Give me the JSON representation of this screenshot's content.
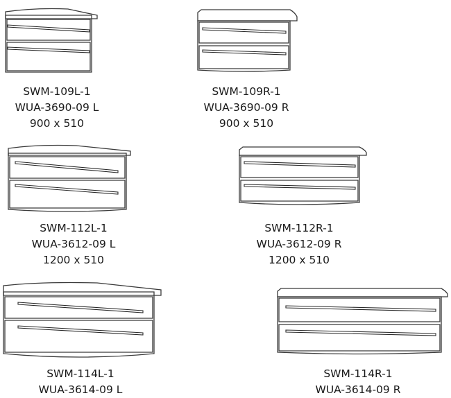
{
  "products": [
    {
      "model": "SWM-109L-1",
      "article": "WUA-3690-09 L",
      "size": "900 x 510",
      "basin": "left"
    },
    {
      "model": "SWM-109R-1",
      "article": "WUA-3690-09 R",
      "size": "900 x 510",
      "basin": "right"
    },
    {
      "model": "SWM-112L-1",
      "article": "WUA-3612-09 L",
      "size": "1200 x 510",
      "basin": "left"
    },
    {
      "model": "SWM-112R-1",
      "article": "WUA-3612-09 R",
      "size": "1200 x 510",
      "basin": "right"
    },
    {
      "model": "SWM-114L-1",
      "article": "WUA-3614-09 L",
      "size": "",
      "basin": "left"
    },
    {
      "model": "SWM-114R-1",
      "article": "WUA-3614-09 R",
      "size": "",
      "basin": "right"
    }
  ],
  "colors": {
    "line": "#3a3a3a",
    "text": "#1a1a1a",
    "background": "#ffffff"
  }
}
